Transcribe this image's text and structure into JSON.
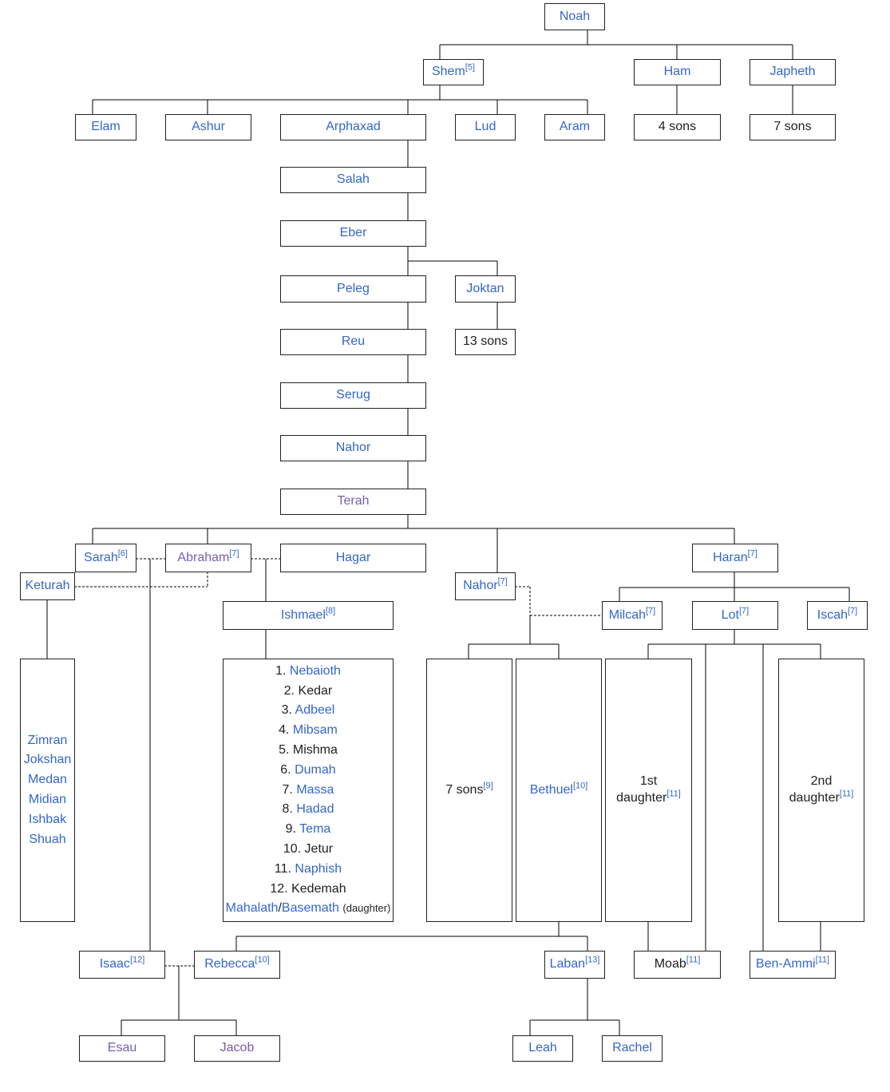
{
  "colors": {
    "link": "#3366cc",
    "visited": "#795cb2",
    "text": "#202122",
    "line": "#000000"
  },
  "nodes": {
    "noah": "Noah",
    "shem": {
      "name": "Shem",
      "ref": "[5]"
    },
    "ham": "Ham",
    "japheth": "Japheth",
    "elam": "Elam",
    "ashur": "Ashur",
    "arphaxad": "Arphaxad",
    "lud": "Lud",
    "aram": "Aram",
    "ham_sons": "4 sons",
    "japheth_sons": "7 sons",
    "salah": "Salah",
    "eber": "Eber",
    "peleg": "Peleg",
    "joktan": "Joktan",
    "reu": "Reu",
    "joktan_sons": "13 sons",
    "serug": "Serug",
    "nahor1": "Nahor",
    "terah": "Terah",
    "sarah": {
      "name": "Sarah",
      "ref": "[6]"
    },
    "abraham": {
      "name": "Abraham",
      "ref": "[7]"
    },
    "hagar": "Hagar",
    "haran": {
      "name": "Haran",
      "ref": "[7]"
    },
    "keturah": "Keturah",
    "nahor2": {
      "name": "Nahor",
      "ref": "[7]"
    },
    "ishmael": {
      "name": "Ishmael",
      "ref": "[8]"
    },
    "milcah": {
      "name": "Milcah",
      "ref": "[7]"
    },
    "lot": {
      "name": "Lot",
      "ref": "[7]"
    },
    "iscah": {
      "name": "Iscah",
      "ref": "[7]"
    },
    "keturah_sons": [
      "Zimran",
      "Jokshan",
      "Medan",
      "Midian",
      "Ishbak",
      "Shuah"
    ],
    "ishmael_sons": [
      {
        "num": "1.",
        "name": "Nebaioth",
        "link": true
      },
      {
        "num": "2.",
        "name": "Kedar",
        "link": false
      },
      {
        "num": "3.",
        "name": "Adbeel",
        "link": true
      },
      {
        "num": "4.",
        "name": "Mibsam",
        "link": true
      },
      {
        "num": "5.",
        "name": "Mishma",
        "link": false
      },
      {
        "num": "6.",
        "name": "Dumah",
        "link": true
      },
      {
        "num": "7.",
        "name": "Massa",
        "link": true
      },
      {
        "num": "8.",
        "name": "Hadad",
        "link": true
      },
      {
        "num": "9.",
        "name": "Tema",
        "link": true
      },
      {
        "num": "10.",
        "name": "Jetur",
        "link": false
      },
      {
        "num": "11.",
        "name": "Naphish",
        "link": true
      },
      {
        "num": "12.",
        "name": "Kedemah",
        "link": false
      }
    ],
    "ishmael_daughter": {
      "name1": "Mahalath",
      "sep": "/",
      "name2": "Basemath",
      "note": "(daughter)"
    },
    "nahor_sons": {
      "name": "7 sons",
      "ref": "[9]"
    },
    "bethuel": {
      "name": "Bethuel",
      "ref": "[10]"
    },
    "daughter1": {
      "line1": "1st",
      "line2": "daughter",
      "ref": "[11]"
    },
    "daughter2": {
      "line1": "2nd",
      "line2": "daughter",
      "ref": "[11]"
    },
    "isaac": {
      "name": "Isaac",
      "ref": "[12]"
    },
    "rebecca": {
      "name": "Rebecca",
      "ref": "[10]"
    },
    "laban": {
      "name": "Laban",
      "ref": "[13]"
    },
    "moab": {
      "name": "Moab",
      "ref": "[11]"
    },
    "ben_ammi": {
      "name": "Ben-Ammi",
      "ref": "[11]"
    },
    "esau": "Esau",
    "jacob": "Jacob",
    "leah": "Leah",
    "rachel": "Rachel"
  }
}
